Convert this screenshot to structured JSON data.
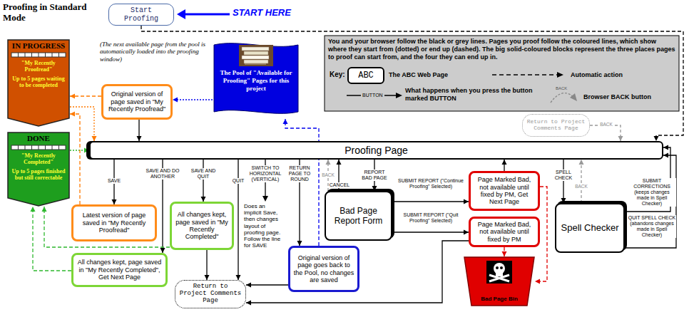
{
  "diagram": {
    "title": "Proofing in Standard Mode",
    "nodes": [
      {
        "text": [
          "Start Proofing"
        ]
      },
      {
        "text": [
          "IN PROGRESS",
          "\"My Recently Proofread\"",
          "Up to 5 pages waiting to be completed"
        ]
      },
      {
        "text": [
          "DONE",
          "\"My Recently Completed\"",
          "Up to 5 pages finished but still correctable"
        ]
      },
      {
        "text": [
          "The Pool of \"Available for Proofing\" Pages for this project"
        ]
      },
      {
        "text": [
          "Original version of page saved in \"My Recently Proofread\""
        ]
      },
      {
        "text": [
          "Return to Project Comments Page"
        ]
      },
      {
        "text": [
          "Proofing Page"
        ]
      },
      {
        "text": [
          "Latest version of page saved in \"My Recently Proofread\""
        ]
      },
      {
        "text": [
          "All changes kept, page saved in \"My Recently Completed\""
        ]
      },
      {
        "text": [
          "All changes kept, page saved in \"My Recently Completed\", Get Next Page"
        ]
      },
      {
        "text": [
          "Original version of page goes back to the Pool, no changes are saved"
        ]
      },
      {
        "text": [
          "Return to Project Comments Page"
        ]
      },
      {
        "text": [
          "Bad Page Report Form"
        ]
      },
      {
        "text": [
          "Page Marked Bad, not available until fixed by PM, Get Next Page"
        ]
      },
      {
        "text": [
          "Page Marked Bad, not available until fixed by PM"
        ]
      },
      {
        "text": [
          "Bad Page Bin"
        ]
      },
      {
        "text": [
          "Spell Checker"
        ]
      }
    ],
    "edges": [
      {
        "from": 0,
        "to": 6,
        "arrow": "to"
      },
      {
        "from": 3,
        "to": 4,
        "arrow": "to"
      },
      {
        "from": 4,
        "to": 1,
        "arrow": "to"
      },
      {
        "from": 4,
        "to": 6,
        "arrow": "to"
      },
      {
        "from": 1,
        "to": 6,
        "arrow": "to"
      },
      {
        "from": 2,
        "to": 6,
        "arrow": "to"
      },
      {
        "from": 5,
        "to": 6,
        "label": "BACK",
        "arrow": "to"
      },
      {
        "from": 6,
        "to": 7,
        "label": "SAVE",
        "arrow": "to"
      },
      {
        "from": 6,
        "to": 9,
        "label": "SAVE AND DO ANOTHER",
        "arrow": "to"
      },
      {
        "from": 6,
        "to": 8,
        "label": "SAVE AND QUIT",
        "arrow": "to"
      },
      {
        "from": 6,
        "to": 11,
        "label": "QUIT",
        "arrow": "to"
      },
      {
        "from": 6,
        "to": 10,
        "label": "RETURN PAGE TO ROUND",
        "arrow": "to"
      },
      {
        "from": 6,
        "to": 12,
        "label": "REPORT BAD PAGE",
        "arrow": "to"
      },
      {
        "from": 12,
        "to": 6,
        "label": "CANCEL",
        "arrow": "to"
      },
      {
        "from": 12,
        "to": 6,
        "label": "BACK",
        "arrow": "to"
      },
      {
        "from": 6,
        "to": 16,
        "label": "SPELL CHECK",
        "arrow": "to"
      },
      {
        "from": 16,
        "to": 6,
        "label": "BACK",
        "arrow": "to"
      },
      {
        "from": 16,
        "to": 6,
        "label": "SUBMIT CORRECTIONS (keeps changes made in Spell Checker)",
        "arrow": "to"
      },
      {
        "from": 16,
        "to": 6,
        "label": "QUIT SPELL CHECK (abandons changes made in Spell Checker)",
        "arrow": "to"
      },
      {
        "from": 12,
        "to": 13,
        "label": "SUBMIT REPORT (\"Continue Proofing\" Selected)",
        "arrow": "to"
      },
      {
        "from": 12,
        "to": 14,
        "label": "SUBMIT REPORT (\"Quit Proofing\" Selected)",
        "arrow": "to"
      },
      {
        "from": 13,
        "to": 15,
        "arrow": "to"
      },
      {
        "from": 14,
        "to": 15,
        "arrow": "to"
      },
      {
        "from": 14,
        "to": 11,
        "arrow": "to"
      },
      {
        "from": 7,
        "to": 1,
        "arrow": "to"
      },
      {
        "from": 8,
        "to": 2,
        "arrow": "to"
      },
      {
        "from": 9,
        "to": 2,
        "arrow": "to"
      },
      {
        "from": 8,
        "to": 11,
        "arrow": "to"
      },
      {
        "from": 10,
        "to": 11,
        "arrow": "to"
      },
      {
        "from": 10,
        "to": 3,
        "arrow": "to"
      },
      {
        "from": 13,
        "to": 6,
        "arrow": "to"
      }
    ],
    "labels": [
      "START HERE",
      "(The next available page from the pool is automatically loaded into the proofing window)",
      "You and your browser follow the black or grey lines. Pages you proof follow the coloured lines, which show where they start from (dotted) or end up (dashed). The big solid-coloured blocks represent the three places pages to proof can start from, and the four they can end up in.",
      "Key:",
      "ABC",
      "BUTTON",
      "BACK",
      "SWITCH TO HORIZONTAL (VERTICAL)",
      "Does an implicit Save, then changes layout of proofing page. Follow the line for SAVE"
    ],
    "legend": [
      {
        "text": "The ABC Web Page"
      },
      {
        "text": "Automatic action"
      },
      {
        "text": "What happens when you press the button marked BUTTON"
      },
      {
        "text": "Browser BACK button"
      }
    ]
  }
}
